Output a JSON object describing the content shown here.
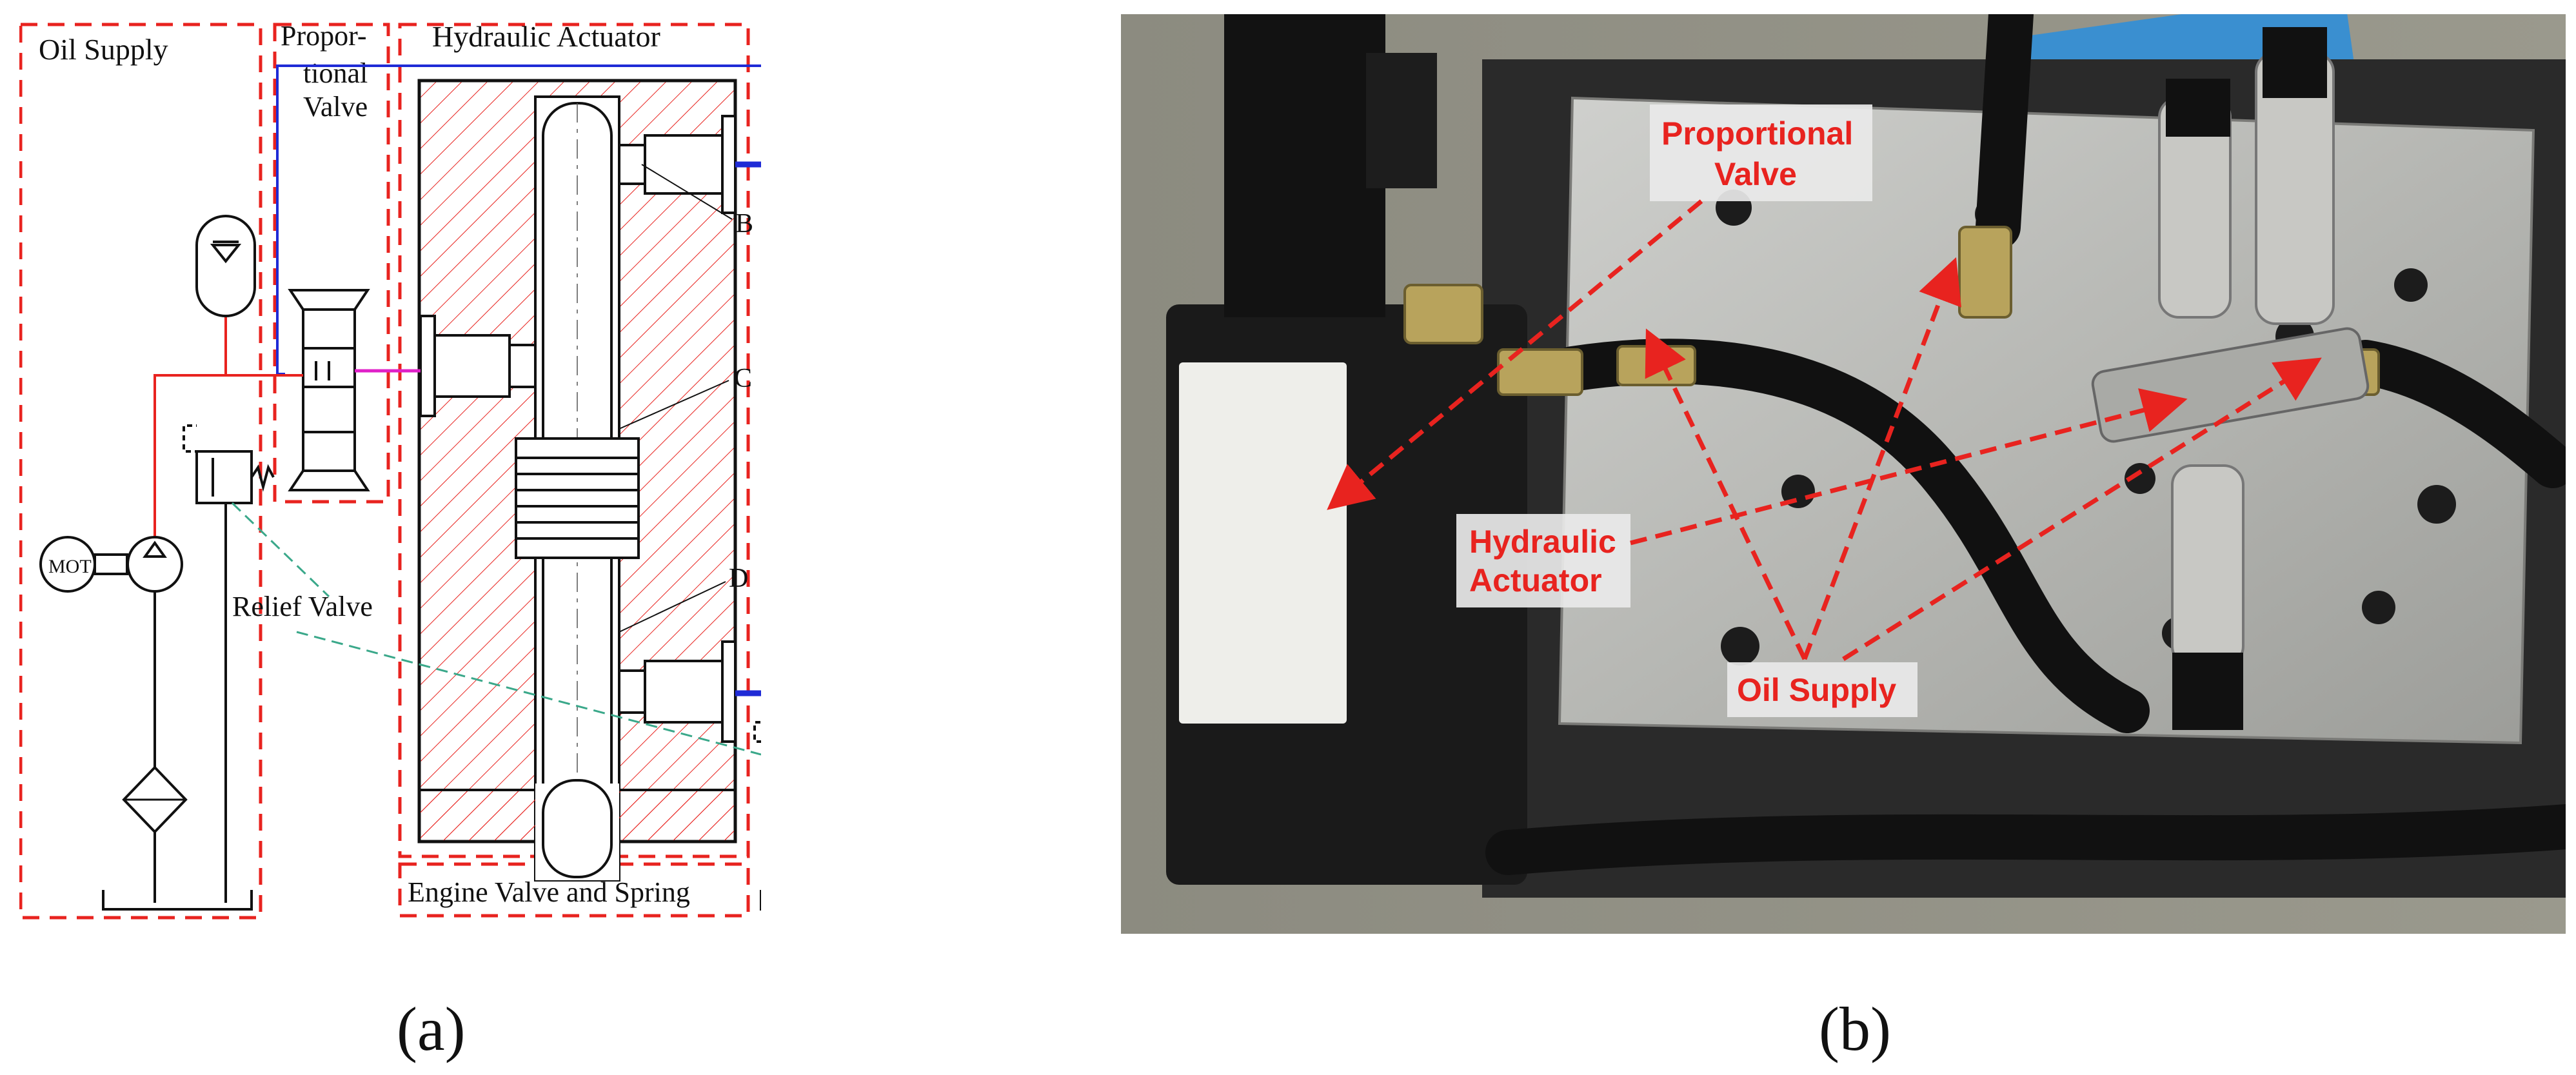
{
  "panel_a": {
    "caption": "(a)",
    "labels": {
      "oil_supply": "Oil Supply",
      "proportional_valve_line1": "Propor-",
      "proportional_valve_line2": "tional",
      "proportional_valve_line3": "Valve",
      "hydraulic_actuator": "Hydraulic Actuator",
      "engine_valve": "Engine Valve and Spring",
      "relief_valve": "Relief Valve",
      "motor": "MOT",
      "point_b": "B",
      "point_c": "C",
      "point_d": "D"
    },
    "colors": {
      "dashed_box": "#e8231f",
      "pressure_line": "#e8231f",
      "return_line": "#1f2bd6",
      "control_line": "#e020c8",
      "pilot_line": "#3aa88a",
      "hatch": "#e8231f"
    }
  },
  "panel_b": {
    "caption": "(b)",
    "labels": {
      "proportional_valve_line1": "Proportional",
      "proportional_valve_line2": "Valve",
      "hydraulic_actuator_line1": "Hydraulic",
      "hydraulic_actuator_line2": "Actuator",
      "oil_supply": "Oil Supply"
    },
    "colors": {
      "annotation": "#e8231f"
    }
  }
}
